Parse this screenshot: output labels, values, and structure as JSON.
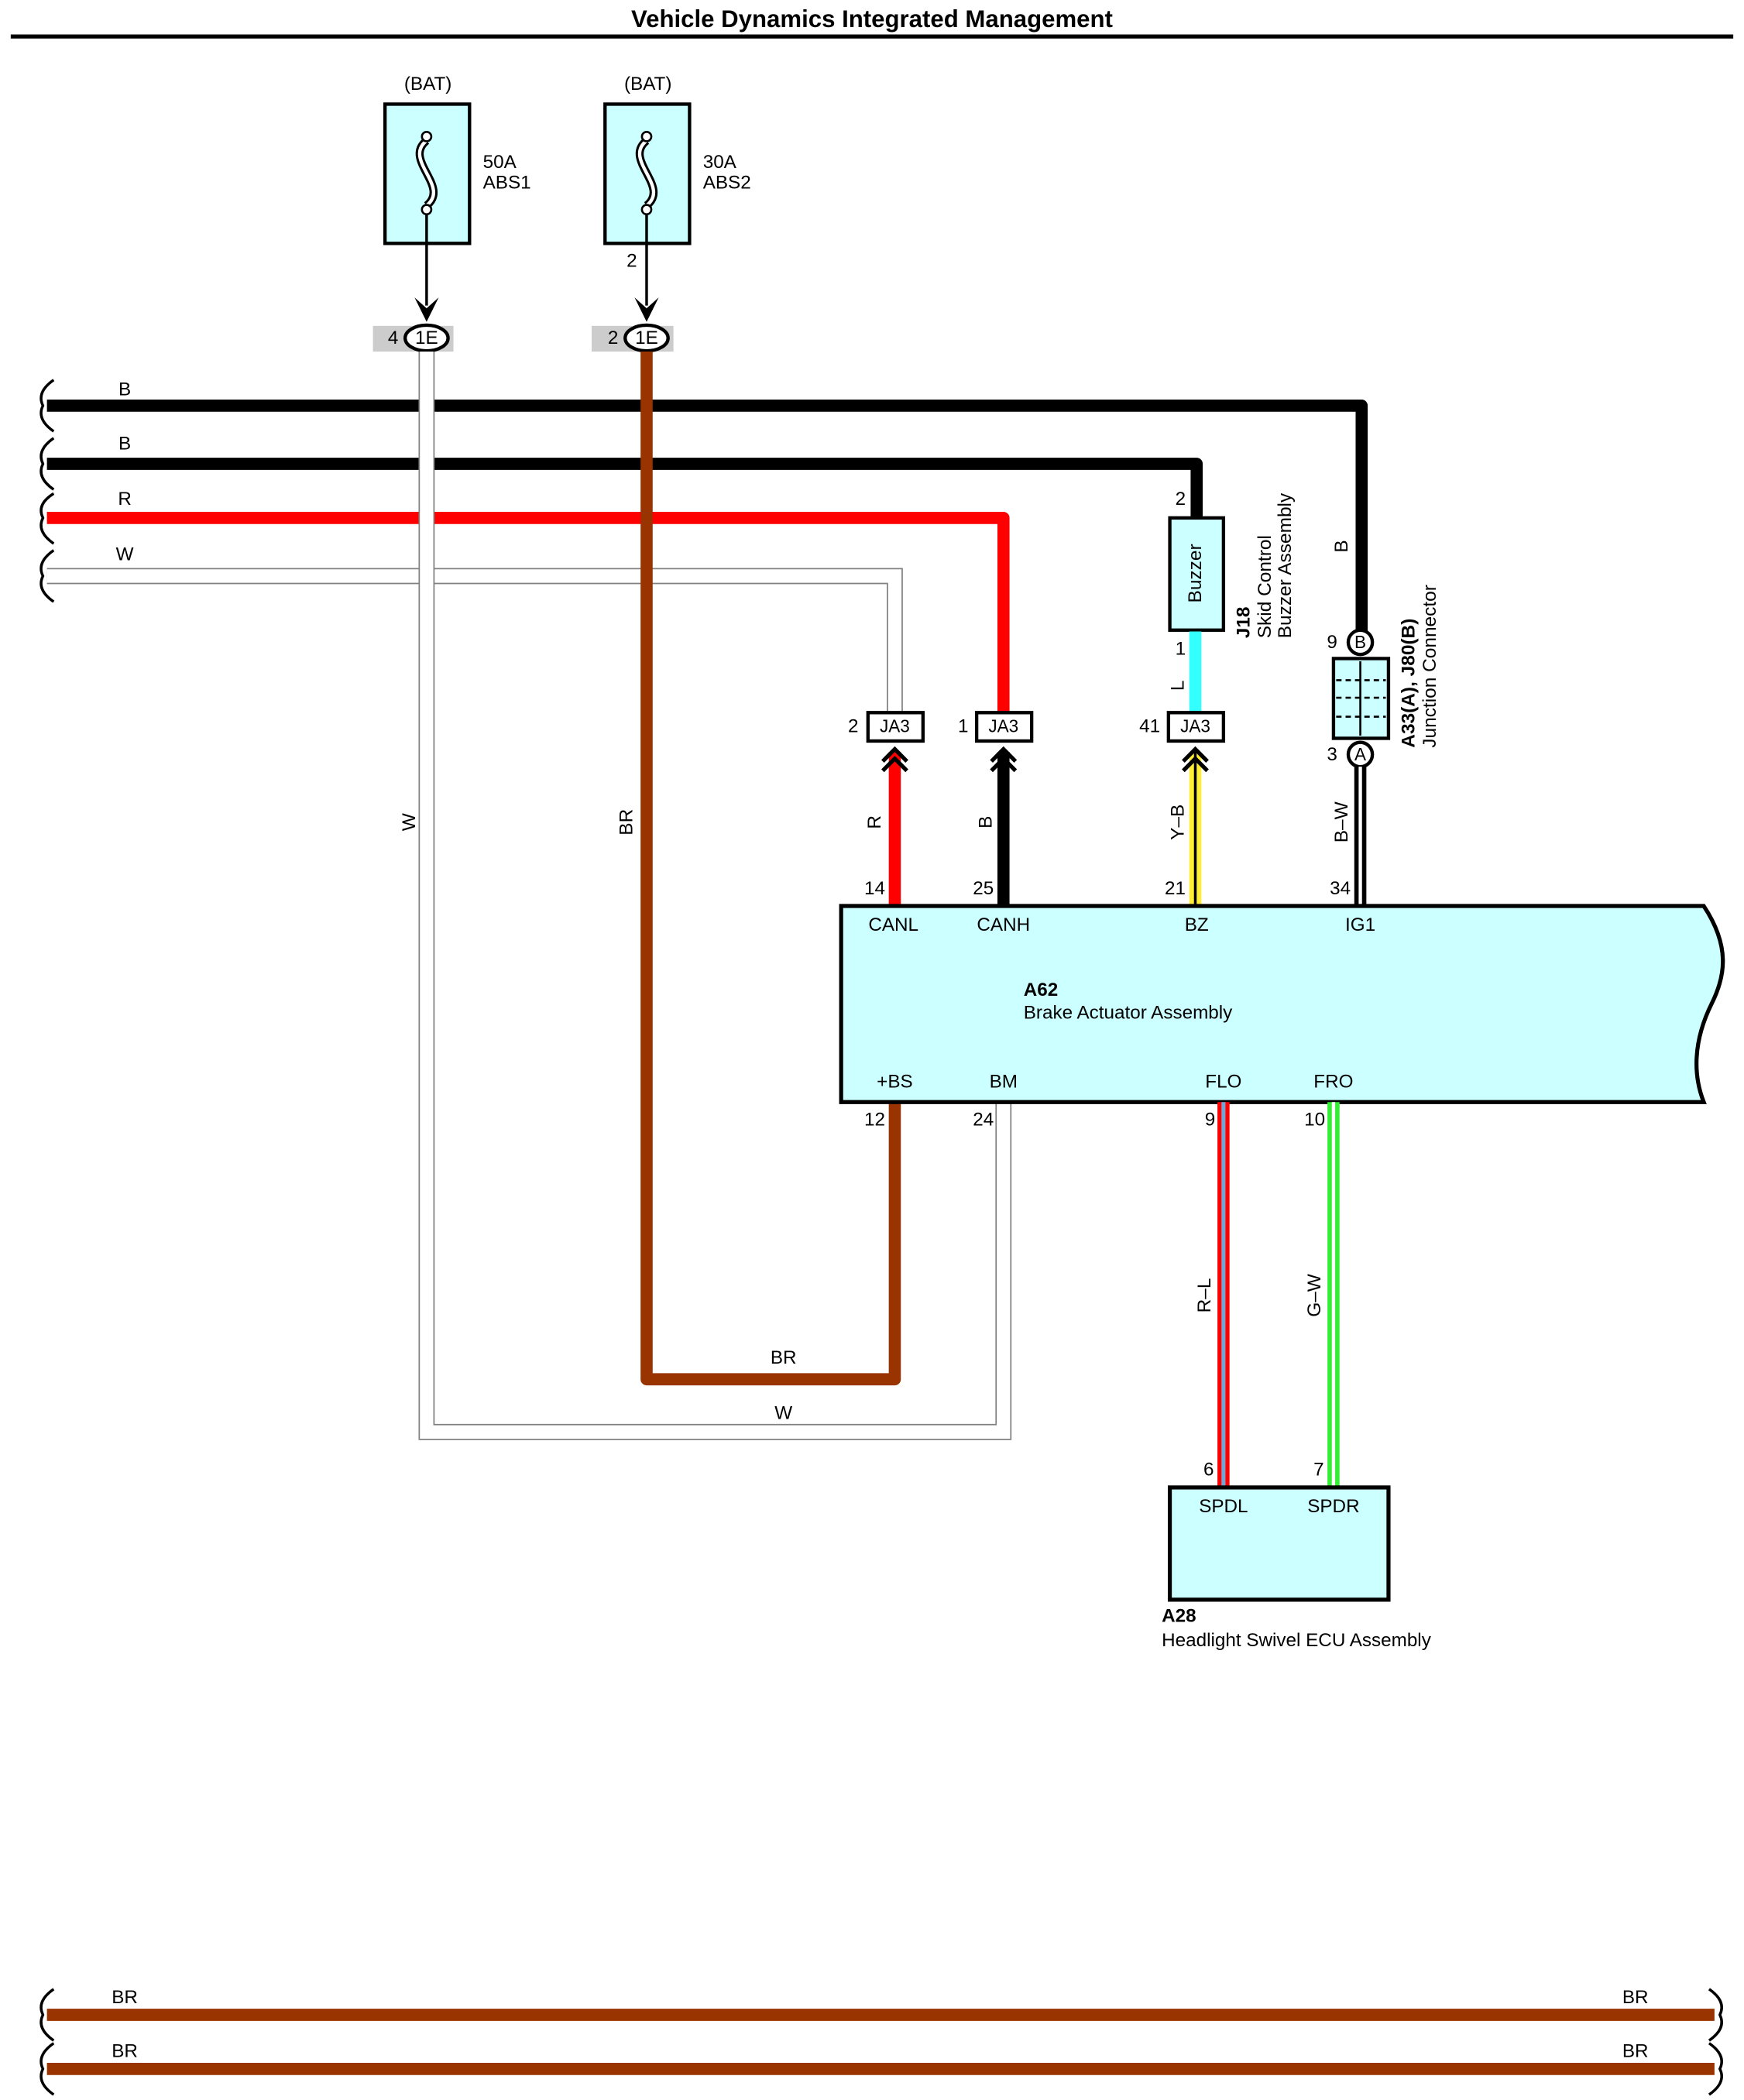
{
  "title": "Vehicle Dynamics Integrated Management",
  "colors": {
    "B": "#000000",
    "R": "#ff0000",
    "BR": "#993300",
    "W": "#ffffff",
    "L": "#33ffff",
    "Y": "#ffee33",
    "G": "#33ee33",
    "component": "#ccffff",
    "connector_shade": "#cccccc"
  },
  "fuses": [
    {
      "source": "(BAT)",
      "rating": "50A",
      "name": "ABS1",
      "connector": {
        "pin": "4",
        "code": "1E"
      },
      "wire_label": "W"
    },
    {
      "source": "(BAT)",
      "rating": "30A",
      "name": "ABS2",
      "output_pin": "2",
      "connector": {
        "pin": "2",
        "code": "1E"
      },
      "wire_label": "BR"
    }
  ],
  "bus_wires": [
    {
      "label": "B"
    },
    {
      "label": "B"
    },
    {
      "label": "R"
    },
    {
      "label": "W"
    }
  ],
  "buzzer": {
    "code": "J18",
    "name_lines": [
      "Skid Control",
      "Buzzer Assembly"
    ],
    "body_label": "Buzzer",
    "pin_in": "2",
    "pin_out": "1",
    "out_wire": "L"
  },
  "junction_connector": {
    "code": "A33(A), J80(B)",
    "name": "Junction Connector",
    "in_wire": "B",
    "in_pin": "9",
    "in_side": "B",
    "out_pin": "3",
    "out_side": "A",
    "out_wire": "B–W"
  },
  "ja3_connectors": [
    {
      "pin": "2",
      "code": "JA3",
      "wire": "R"
    },
    {
      "pin": "1",
      "code": "JA3",
      "wire": "B"
    },
    {
      "pin": "41",
      "code": "JA3",
      "wire": "Y–B"
    }
  ],
  "brake_actuator": {
    "code": "A62",
    "name": "Brake Actuator Assembly",
    "top_terminals": [
      {
        "pin": "14",
        "label": "CANL"
      },
      {
        "pin": "25",
        "label": "CANH"
      },
      {
        "pin": "21",
        "label": "BZ"
      },
      {
        "pin": "34",
        "label": "IG1"
      }
    ],
    "bottom_terminals": [
      {
        "pin": "12",
        "label": "+BS"
      },
      {
        "pin": "24",
        "label": "BM"
      },
      {
        "pin": "9",
        "label": "FLO"
      },
      {
        "pin": "10",
        "label": "FRO"
      }
    ]
  },
  "speed_wires": [
    {
      "label": "R–L"
    },
    {
      "label": "G–W"
    }
  ],
  "return_wires": {
    "br_label": "BR",
    "w_label": "W"
  },
  "headlight_ecu": {
    "code": "A28",
    "name": "Headlight Swivel ECU Assembly",
    "terminals": [
      {
        "pin": "6",
        "label": "SPDL"
      },
      {
        "pin": "7",
        "label": "SPDR"
      }
    ]
  },
  "bottom_wires": [
    {
      "left_label": "BR",
      "right_label": "BR"
    },
    {
      "left_label": "BR",
      "right_label": "BR"
    }
  ]
}
